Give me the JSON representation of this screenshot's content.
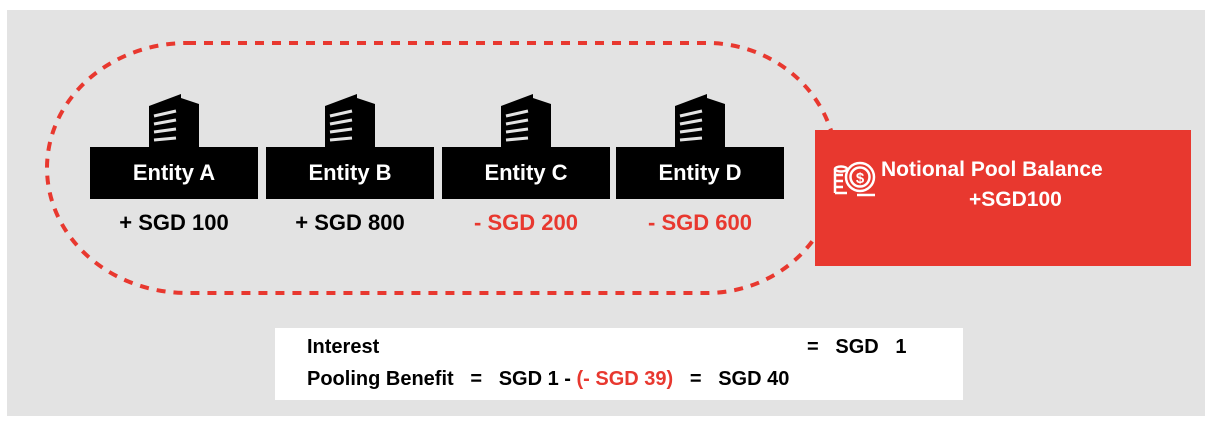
{
  "entities": [
    {
      "name": "Entity A",
      "amount": "+ SGD 100",
      "negative": false
    },
    {
      "name": "Entity B",
      "amount": "+ SGD 800",
      "negative": false
    },
    {
      "name": "Entity C",
      "amount": "- SGD 200",
      "negative": true
    },
    {
      "name": "Entity D",
      "amount": "- SGD 600",
      "negative": true
    }
  ],
  "pool": {
    "title": "Notional Pool Balance",
    "value": "+SGD100",
    "icon": "coin-stack-icon"
  },
  "formula": {
    "interest_label": "Interest",
    "interest_eq": "=   SGD   1",
    "benefit_label": "Pooling Benefit",
    "benefit_eq": "   =   SGD 1 - ",
    "benefit_neg": "(- SGD 39)",
    "benefit_result": "   =   SGD 40"
  },
  "colors": {
    "accent": "#e8382f",
    "panel": "#e3e3e3",
    "label_bg": "#000000"
  }
}
